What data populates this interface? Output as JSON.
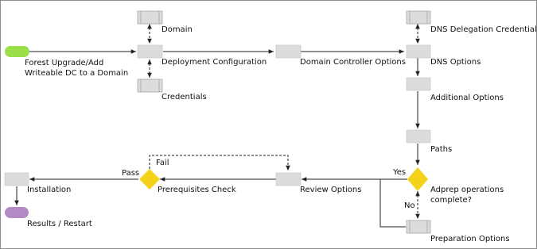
{
  "colors": {
    "box_fill": "#dcdcdc",
    "box_stroke": "#a6a6a6",
    "start": "#9adf4a",
    "end": "#b48ac4",
    "decision": "#f5d21a",
    "line": "#222222"
  },
  "nodes": {
    "domain": "Domain",
    "dns_delegation_credentials": "DNS Delegation Credentials",
    "start_line1": "Forest Upgrade/Add",
    "start_line2": "Writeable DC to a Domain",
    "deployment_configuration": "Deployment Configuration",
    "domain_controller_options": "Domain Controller Options",
    "dns_options": "DNS Options",
    "credentials": "Credentials",
    "additional_options": "Additional Options",
    "paths": "Paths",
    "adprep_line1": "Adprep operations",
    "adprep_line2": "complete?",
    "review_options": "Review Options",
    "prerequisites_check": "Prerequisites Check",
    "installation": "Installation",
    "results_restart": "Results / Restart",
    "preparation_options": "Preparation Options"
  },
  "edge_labels": {
    "fail": "Fail",
    "pass": "Pass",
    "yes": "Yes",
    "no": "No"
  }
}
